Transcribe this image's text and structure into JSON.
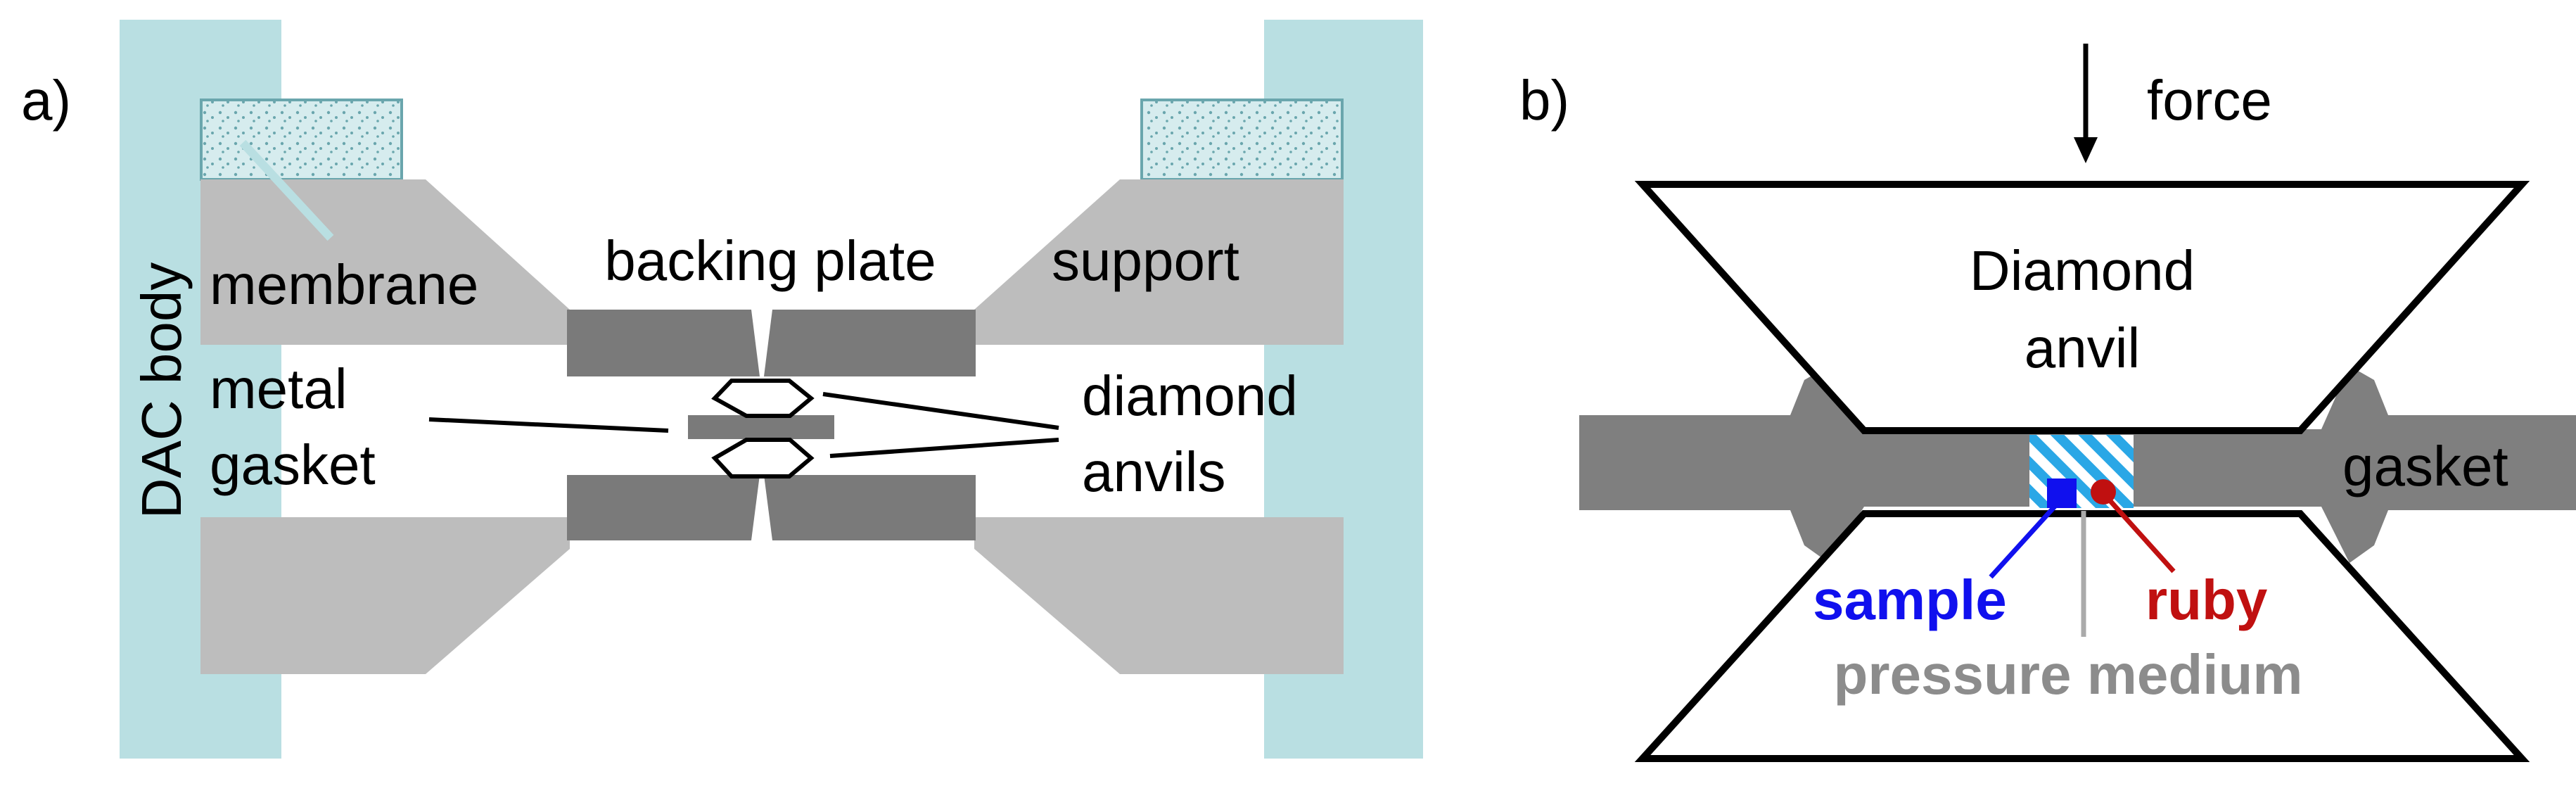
{
  "panel_a": {
    "label": "a)",
    "labels": {
      "dac_body": "DAC body",
      "membrane": "membrane",
      "backing_plate": "backing plate",
      "support": "support",
      "metal": "metal",
      "gasket": "gasket",
      "diamond": "diamond",
      "anvils": "anvils"
    }
  },
  "panel_b": {
    "label": "b)",
    "labels": {
      "force": "force",
      "diamond": "Diamond",
      "anvil": "anvil",
      "gasket": "gasket",
      "sample": "sample",
      "ruby": "ruby",
      "pressure_medium": "pressure medium"
    }
  },
  "colors": {
    "dac_body": "#b9dfe2",
    "support": "#bdbdbd",
    "backing_plate": "#7a7a7a",
    "gasket": "#7f7f7f",
    "sample": "#1010ee",
    "ruby": "#c01010",
    "pressure_medium": "#8c8c8c",
    "membrane_hatch": "#2aa7e6"
  }
}
